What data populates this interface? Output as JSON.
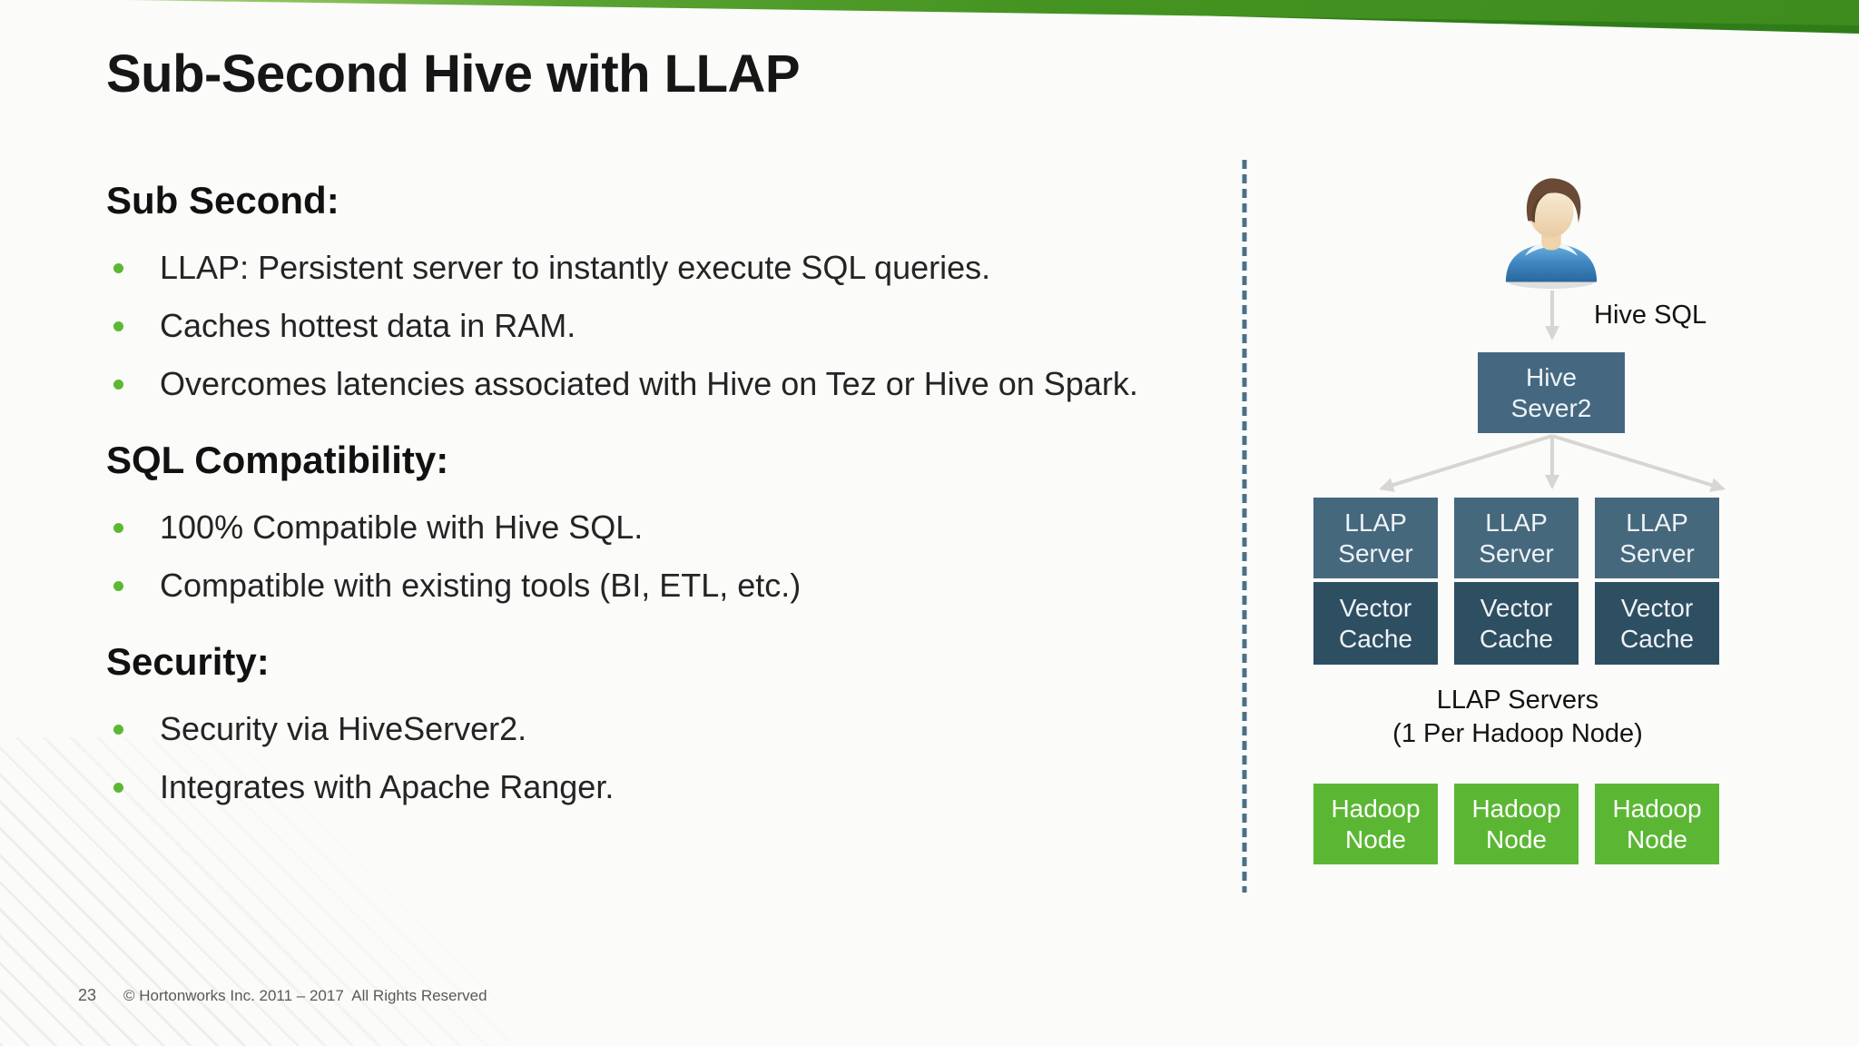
{
  "slide": {
    "title": "Sub-Second Hive with LLAP",
    "page_number": "23",
    "copyright": "© Hortonworks Inc. 2011 – 2017  All Rights Reserved"
  },
  "sections": [
    {
      "heading": "Sub Second:",
      "bullets": [
        "LLAP: Persistent server to instantly execute SQL queries.",
        "Caches hottest data in RAM.",
        "Overcomes latencies associated with Hive on Tez or Hive on Spark."
      ]
    },
    {
      "heading": "SQL Compatibility:",
      "bullets": [
        "100% Compatible with Hive SQL.",
        "Compatible with existing tools (BI, ETL, etc.)"
      ]
    },
    {
      "heading": "Security:",
      "bullets": [
        "Security via HiveServer2.",
        "Integrates with Apache Ranger."
      ]
    }
  ],
  "diagram": {
    "user_icon": "user-icon",
    "arrow_label": "Hive SQL",
    "hive_server_box": {
      "line1": "Hive",
      "line2": "Sever2"
    },
    "caption_line1": "LLAP Servers",
    "caption_line2": "(1 Per Hadoop Node)",
    "columns": [
      {
        "server_line1": "LLAP",
        "server_line2": "Server",
        "cache_line1": "Vector",
        "cache_line2": "Cache",
        "node_line1": "Hadoop",
        "node_line2": "Node"
      },
      {
        "server_line1": "LLAP",
        "server_line2": "Server",
        "cache_line1": "Vector",
        "cache_line2": "Cache",
        "node_line1": "Hadoop",
        "node_line2": "Node"
      },
      {
        "server_line1": "LLAP",
        "server_line2": "Server",
        "cache_line1": "Vector",
        "cache_line2": "Cache",
        "node_line1": "Hadoop",
        "node_line2": "Node"
      }
    ],
    "colors": {
      "banner_green": "#3e8c1e",
      "bullet_green": "#5cb832",
      "server_box": "#45687d",
      "cache_box": "#2e4e62",
      "node_box": "#5bb733",
      "divider": "#4b7088",
      "arrow": "#d8d5d2"
    }
  }
}
